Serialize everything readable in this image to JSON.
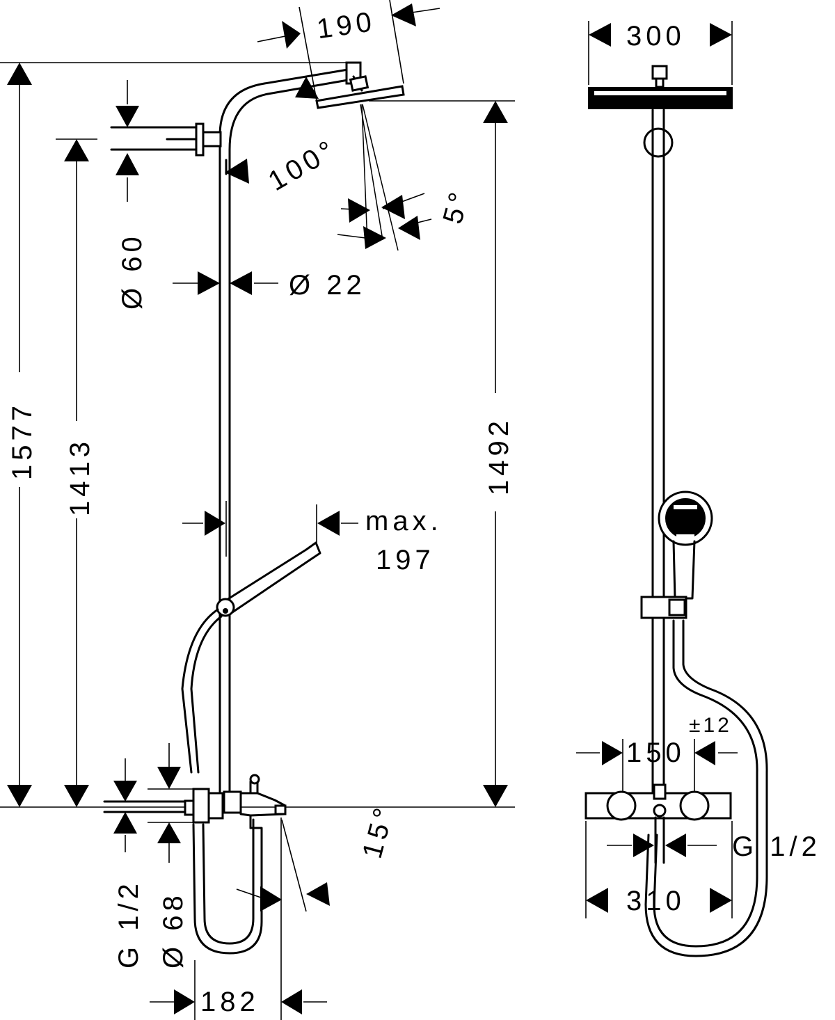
{
  "side_view": {
    "dimensions": {
      "head_projection": "190",
      "head_angle": "100°",
      "spray_angle": "5°",
      "outlet_diameter": "Ø 60",
      "rail_diameter": "Ø 22",
      "total_height": "1577",
      "outlet_height": "1413",
      "head_height": "1492",
      "hand_shower_reach_prefix": "max.",
      "hand_shower_reach": "197",
      "spout_angle": "15°",
      "inlet_thread": "G 1/2",
      "inlet_diameter": "Ø 68",
      "spout_projection": "182"
    }
  },
  "front_view": {
    "dimensions": {
      "head_width": "300",
      "inlet_spacing": "150",
      "inlet_tolerance": "±12",
      "inlet_thread": "G 1/2",
      "mixer_width": "310"
    }
  }
}
